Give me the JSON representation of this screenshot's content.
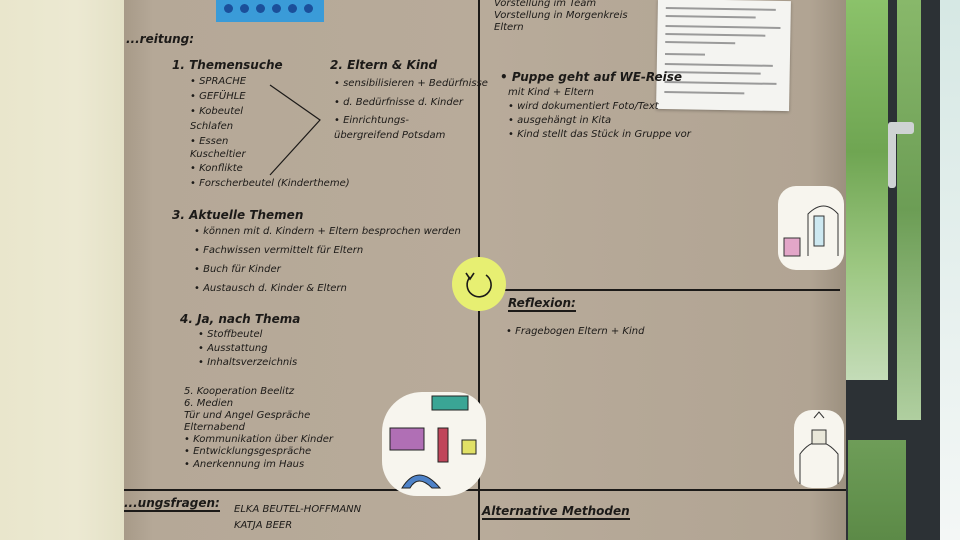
{
  "board": {
    "top_left_heading": "...reitung:",
    "col1": {
      "item1_title": "1. Themensuche",
      "item1_lines": [
        "• SPRACHE",
        "• GEFÜHLE",
        "• Kobeutel",
        "  Schlafen",
        "• Essen",
        "  Kuscheltier",
        "• Konflikte",
        "• Forscherbeutel (Kindertheme)"
      ],
      "item3_title": "3. Aktuelle Themen",
      "item3_lines": [
        "• können mit d. Kindern + Eltern besprochen werden",
        "• Fachwissen vermittelt für Eltern",
        "• Buch für Kinder",
        "• Austausch d. Kinder & Eltern"
      ],
      "item4_title": "4. Ja, nach Thema",
      "item4_lines": [
        "• Stoffbeutel",
        "• Ausstattung",
        "• Inhaltsverzeichnis"
      ],
      "item5_lines": [
        "5. Kooperation Beelitz",
        "6. Medien",
        "   Tür und Angel Gespräche",
        "   Elternabend",
        "• Kommunikation über Kinder",
        "• Entwicklungsgespräche",
        "• Anerkennung im Haus"
      ]
    },
    "col2": {
      "title": "2. Eltern & Kind",
      "lines": [
        "• sensibilisieren + Bedürfnisse",
        "• d. Bedürfnisse d. Kinder",
        "• Einrichtungs-",
        "  übergreifend Potsdam"
      ]
    },
    "right_top_lines": [
      "Vorstellung im Team",
      "Vorstellung in Morgenkreis",
      "Eltern"
    ],
    "right_mid": {
      "title": "• Puppe geht auf WE-Reise",
      "lines": [
        "mit Kind + Eltern",
        "• wird dokumentiert Foto/Text",
        "• ausgehängt in Kita",
        "• Kind stellt das Stück in Gruppe vor"
      ]
    },
    "reflexion": {
      "title": "Reflexion:",
      "line": "• Fragebogen Eltern + Kind"
    },
    "bottom_left_heading": "...ungsfragen:",
    "names": [
      "ELKA BEUTEL-HOFFMANN",
      "KATJA BEER"
    ],
    "alternative": "Alternative Methoden"
  }
}
